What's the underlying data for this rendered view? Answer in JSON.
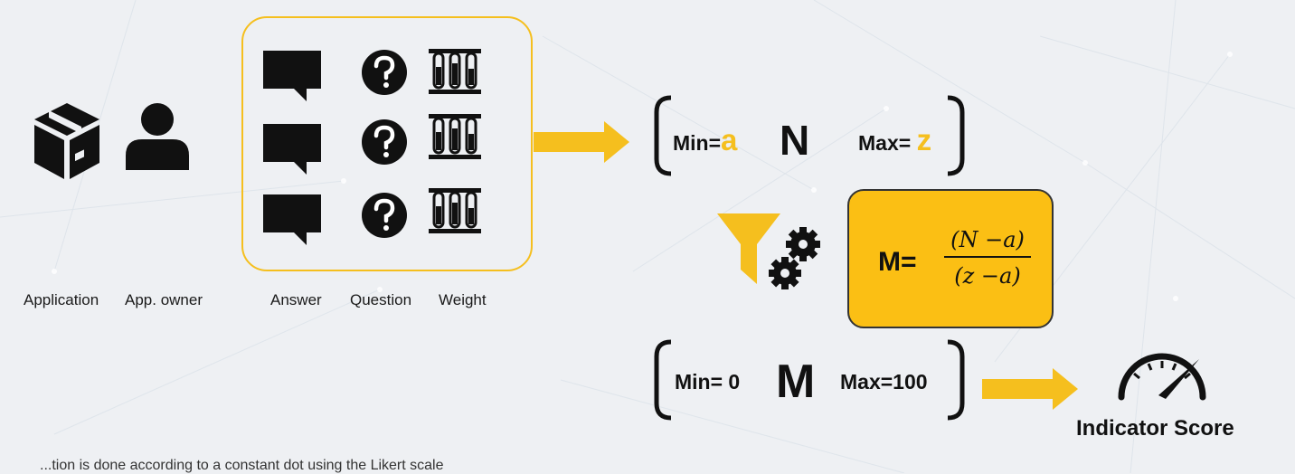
{
  "labels": {
    "application": "Application",
    "app_owner": "App. owner",
    "answer": "Answer",
    "question": "Question",
    "weight": "Weight"
  },
  "range_n": {
    "min_prefix": "Min=",
    "min_var": "a",
    "center": "N",
    "max_prefix": "Max=",
    "max_var": "z"
  },
  "formula": {
    "lhs": "M=",
    "numerator": "(N −a)",
    "denominator": "(z −a)"
  },
  "range_m": {
    "min_text": "Min= 0",
    "center": "M",
    "max_text": "Max=100"
  },
  "indicator": {
    "label": "Indicator Score"
  },
  "caption": {
    "text": "...tion is done according to a constant dot using the Likert scale"
  },
  "colors": {
    "accent": "#f5bf1e",
    "box_fill": "#fbbf14",
    "ink": "#111111"
  },
  "icons": [
    "box-icon",
    "user-icon",
    "speech-bubble-icon",
    "question-circle-icon",
    "test-tubes-icon",
    "funnel-icon",
    "gears-icon",
    "gauge-icon"
  ]
}
